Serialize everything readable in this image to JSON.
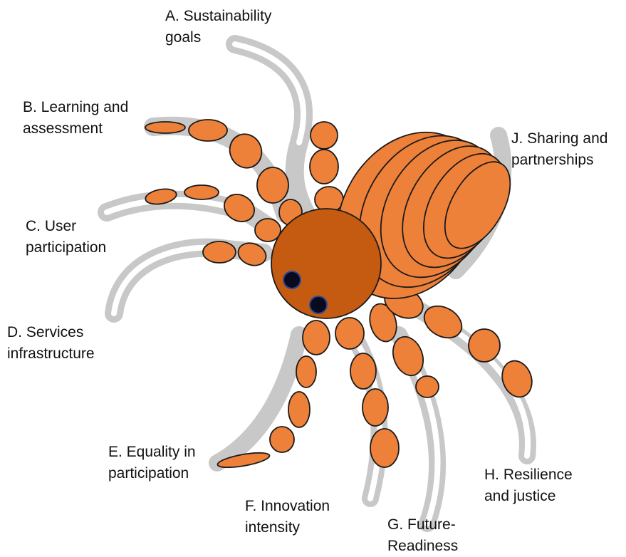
{
  "labels": {
    "a": {
      "line1": "A. Sustainability",
      "line2": "goals"
    },
    "b": {
      "line1": "B. Learning and",
      "line2": "assessment"
    },
    "c": {
      "line1": "C. User",
      "line2": "participation"
    },
    "d": {
      "line1": "D. Services",
      "line2": "infrastructure"
    },
    "e": {
      "line1": "E. Equality in",
      "line2": "participation"
    },
    "f": {
      "line1": "F. Innovation",
      "line2": "intensity"
    },
    "g": {
      "line1": "G. Future-",
      "line2": "Readiness"
    },
    "h": {
      "line1": "H. Resilience",
      "line2": "and justice"
    },
    "j": {
      "line1": "J. Sharing and",
      "line2": "partnerships"
    }
  },
  "colors": {
    "leg": "#EE8139",
    "body": "#C55A11",
    "abdomen": "#EE8139",
    "eye": "#0a0a1e",
    "shadow": "#c8c8c8",
    "outline": "#1a1a1a"
  }
}
